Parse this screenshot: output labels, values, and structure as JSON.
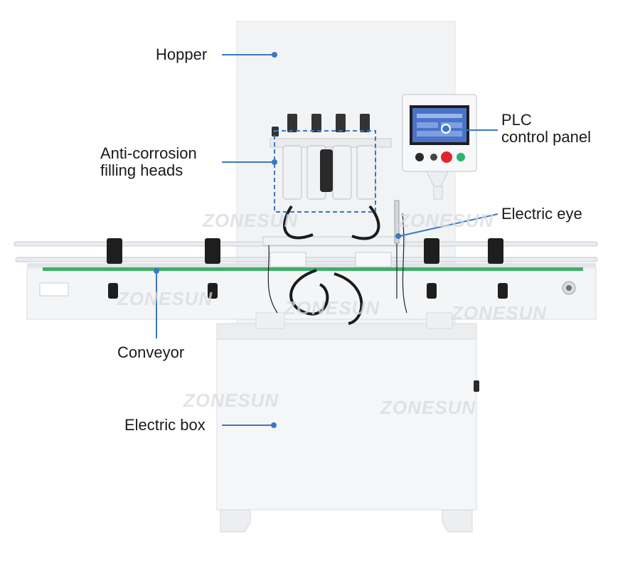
{
  "callouts": {
    "hopper": "Hopper",
    "plc_line1": "PLC",
    "plc_line2": "control panel",
    "heads_line1": "Anti-corrosion",
    "heads_line2": "filling heads",
    "electric_eye": "Electric eye",
    "conveyor": "Conveyor",
    "electric_box": "Electric box"
  },
  "watermark": "ZONESUN",
  "colors": {
    "callout_line": "#3a78c2",
    "machine_white": "#f3f4f5",
    "conveyor_belt": "#3fae6a",
    "stop_button": "#e0262b",
    "start_button": "#2db36b",
    "screen_blue": "#4a73c9"
  }
}
